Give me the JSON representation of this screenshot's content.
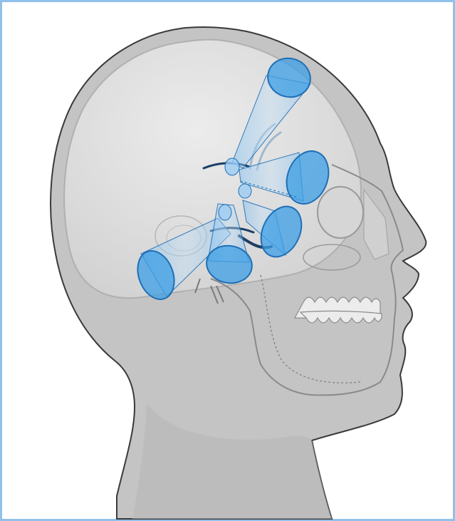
{
  "figure": {
    "subject": "head-profile-with-skull",
    "facing": "right",
    "view": "lateral",
    "cone_count": 5,
    "colors": {
      "frame_border": "#8fc1ea",
      "head_fill": "#c4c4c4",
      "cranium_fill": "#dedede",
      "skull_line": "#8a8a8a",
      "cone_fill": "#9cccf2",
      "cone_cap": "#3e9fe6",
      "cone_stroke": "#1f6fb5",
      "nerve_dark": "#1c3f63"
    }
  }
}
